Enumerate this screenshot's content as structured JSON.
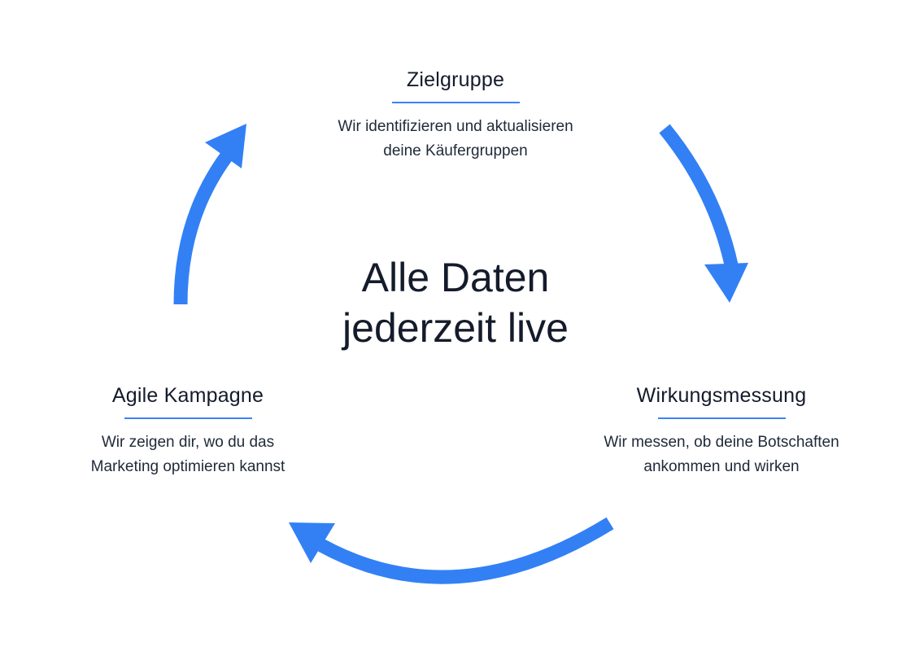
{
  "colors": {
    "accent": "#3380f5",
    "text": "#141b2b"
  },
  "center": {
    "line1": "Alle Daten",
    "line2": "jederzeit live"
  },
  "nodes": {
    "top": {
      "title": "Zielgruppe",
      "desc_line1": "Wir identifizieren und aktualisieren",
      "desc_line2": "deine Käufergruppen"
    },
    "right": {
      "title": "Wirkungsmessung",
      "desc_line1": "Wir messen, ob deine Botschaften",
      "desc_line2": "ankommen und wirken"
    },
    "left": {
      "title": "Agile Kampagne",
      "desc_line1": "Wir zeigen dir, wo du das",
      "desc_line2": "Marketing optimieren kannst"
    }
  },
  "arrows": [
    {
      "name": "arrow-left-to-top",
      "direction": "up-right"
    },
    {
      "name": "arrow-top-to-right",
      "direction": "down"
    },
    {
      "name": "arrow-right-to-left",
      "direction": "left"
    }
  ]
}
